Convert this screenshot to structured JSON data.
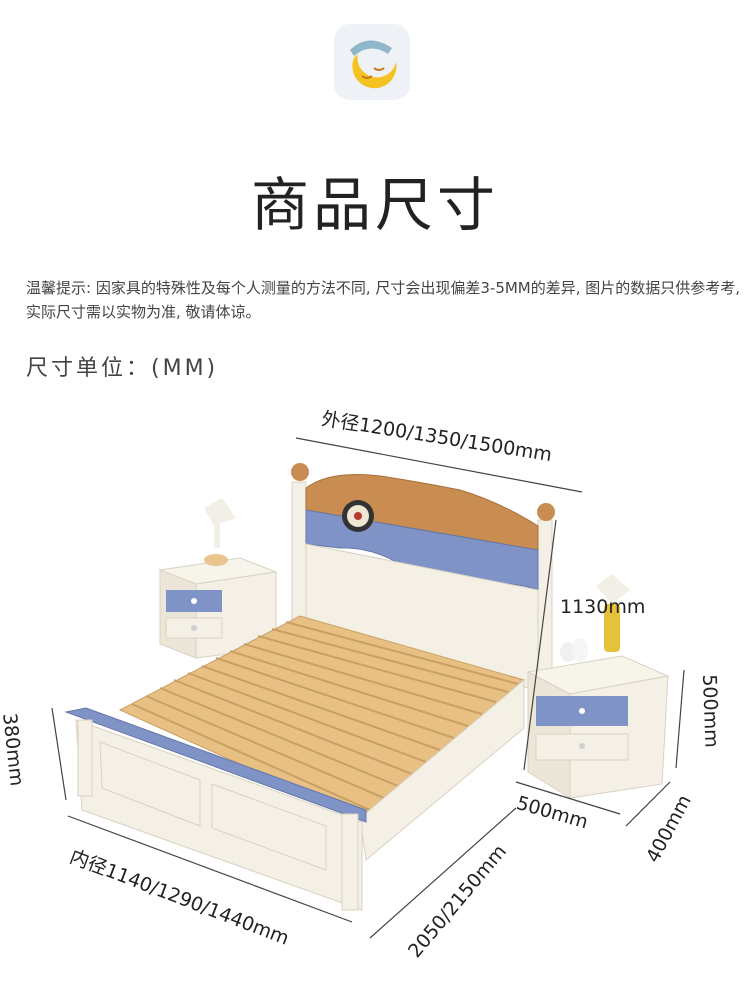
{
  "logo": {
    "icon": "moon-logo-icon"
  },
  "title": "商品尺寸",
  "notice": "温馨提示: 因家具的特殊性及每个人测量的方法不同, 尺寸会出现偏差3-5MM的差异, 图片的数据只供参考考, 实际尺寸需以实物为准, 敬请体谅。",
  "unit_label": "尺寸单位：(MM)",
  "dimensions": {
    "outer_width": "外径1200/1350/1500mm",
    "headboard_height": "1130mm",
    "footboard_height": "380mm",
    "inner_width": "内径1140/1290/1440mm",
    "length": "2050/2150mm",
    "nightstand_width": "500mm",
    "nightstand_height": "500mm",
    "nightstand_depth": "400mm"
  },
  "colors": {
    "wood": "#c98d52",
    "blue": "#7f93c7",
    "cream": "#f4f0e6",
    "slat": "#ecc98c"
  }
}
